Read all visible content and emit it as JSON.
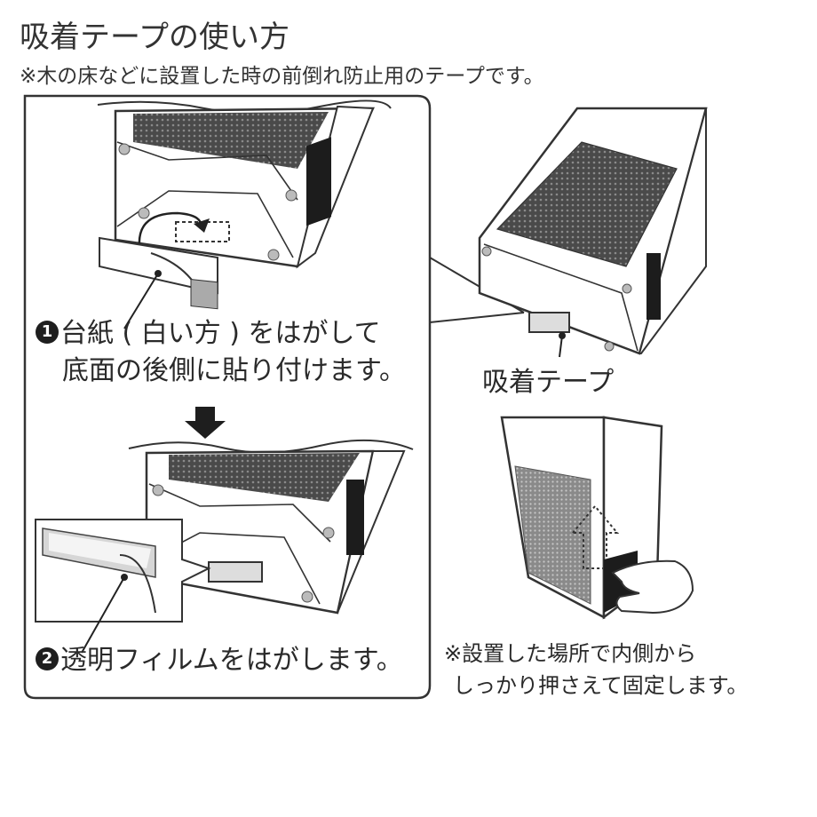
{
  "title": "吸着テープの使い方",
  "subtitle": "※木の床などに設置した時の前倒れ防止用のテープです。",
  "steps": [
    {
      "num": "1",
      "line1": "台紙 ( 白い方 ) をはがして",
      "line2": "底面の後側に貼り付けます。"
    },
    {
      "num": "2",
      "text": "透明フィルムをはがします。"
    }
  ],
  "tape_label": "吸着テープ",
  "note": {
    "line1": "※設置した場所で内側から",
    "line2": "しっかり押さえて固定します。"
  },
  "icons": [
    "arrow-down-icon",
    "curved-arrow-icon",
    "hand-icon",
    "dotted-push-arrow-icon"
  ],
  "colors": {
    "text": "#2a2a2a",
    "mesh": "#5a5a5a",
    "outline": "#333333"
  }
}
